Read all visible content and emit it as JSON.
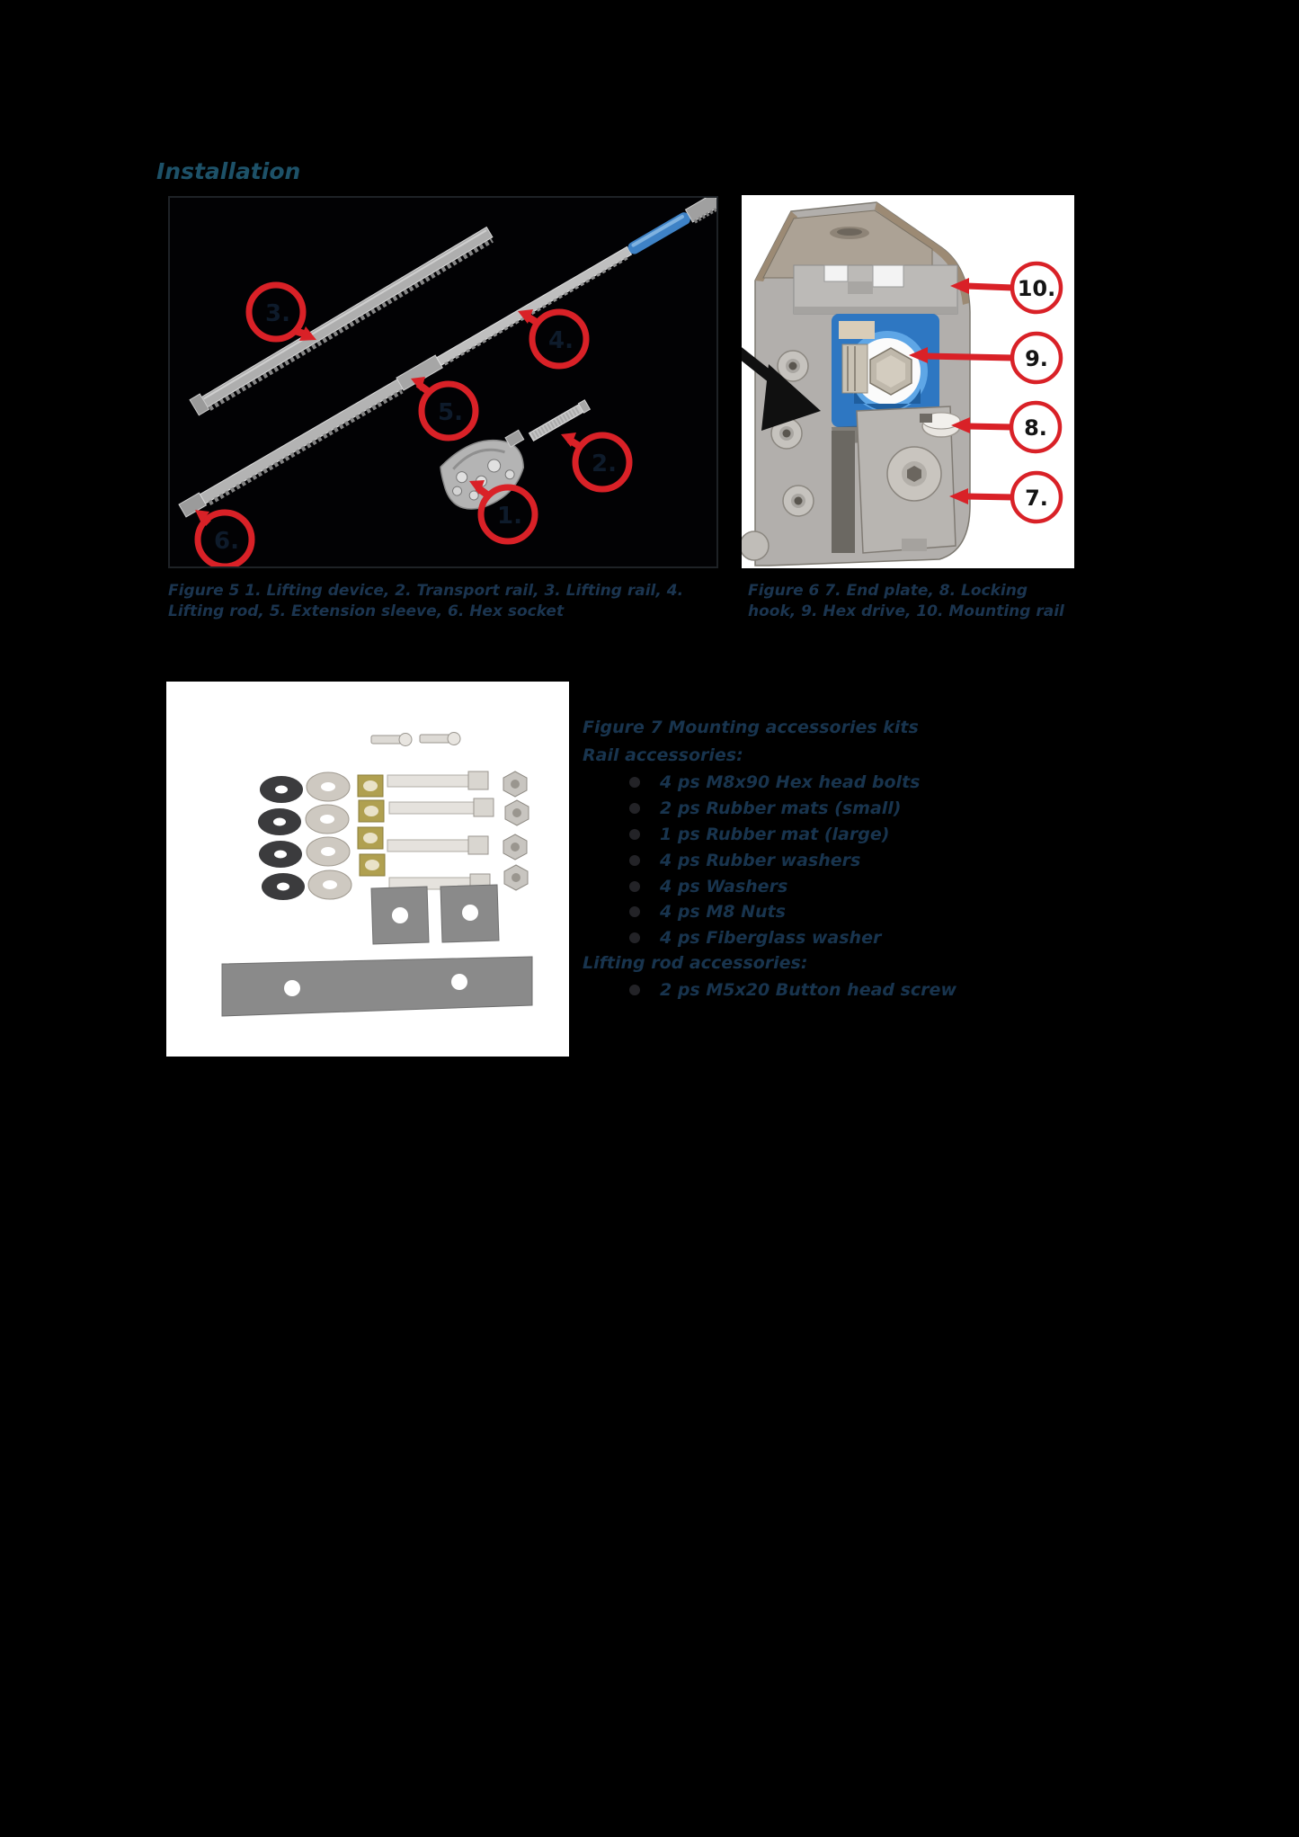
{
  "colors": {
    "accent_red": "#D92127",
    "heading_color": "#1D5168",
    "body_text": "#18344E",
    "callout_number_dark": "#0E1B2B",
    "callout_number_black": "#141414",
    "blue_section": "#2E77C2"
  },
  "heading": "Installation",
  "figure5": {
    "caption": "Figure 5 1. Lifting device, 2. Transport rail, 3. Lifting rail, 4. Lifting rod, 5. Extension sleeve, 6. Hex socket",
    "callouts": {
      "c1": "1.",
      "c2": "2.",
      "c3": "3.",
      "c4": "4.",
      "c5": "5.",
      "c6": "6."
    }
  },
  "figure6": {
    "caption": "Figure 6 7. End plate, 8. Locking hook, 9. Hex drive, 10. Mounting rail",
    "callouts": {
      "c7": "7.",
      "c8": "8.",
      "c9": "9.",
      "c10": "10."
    }
  },
  "figure7": {
    "title": "Figure 7 Mounting accessories kits",
    "rail_heading": "Rail accessories:",
    "rail_items": [
      "4 ps M8x90 Hex head bolts",
      "2 ps Rubber mats (small)",
      "1 ps Rubber mat (large)",
      "4 ps Rubber washers",
      "4 ps Washers",
      "4 ps M8 Nuts",
      "4 ps Fiberglass washer"
    ],
    "lifting_heading": "Lifting rod accessories:",
    "lifting_items": [
      "2 ps M5x20 Button head screw"
    ]
  }
}
